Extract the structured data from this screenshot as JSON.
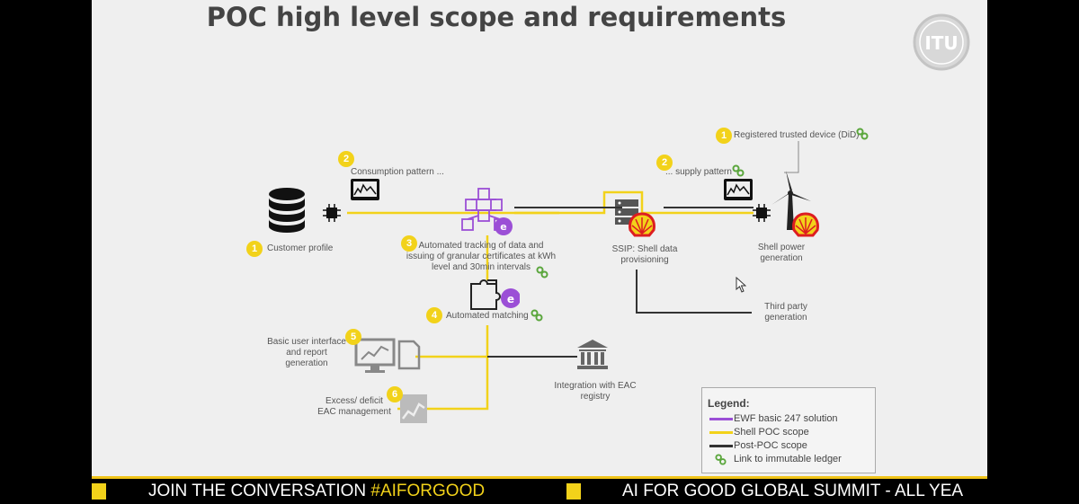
{
  "slide": {
    "title": "POC high level scope and requirements",
    "logo_text": "ITU"
  },
  "steps": {
    "customer_profile": {
      "num": "1",
      "label": "Customer profile"
    },
    "consumption": {
      "num": "2",
      "label": "Consumption pattern ..."
    },
    "tracking": {
      "num": "3",
      "lines": [
        "Automated tracking of data and",
        "issuing of granular certificates at kWh",
        "level and 30min intervals"
      ]
    },
    "matching": {
      "num": "4",
      "label": "Automated matching"
    },
    "ui": {
      "num": "5",
      "lines": [
        "Basic user interface",
        "and report",
        "generation"
      ]
    },
    "eac": {
      "num": "6",
      "lines": [
        "Excess/ deficit",
        "EAC management"
      ]
    },
    "supply": {
      "num": "2",
      "label": "... supply pattern"
    },
    "device": {
      "num": "1",
      "label": "Registered trusted device (DiD)"
    }
  },
  "nodes": {
    "ssip": [
      "SSIP: Shell data",
      "provisioning"
    ],
    "shell_power": [
      "Shell power",
      "generation"
    ],
    "third_party": [
      "Third party",
      "generation"
    ],
    "eac_registry": [
      "Integration with EAC",
      "registry"
    ]
  },
  "legend": {
    "title": "Legend:",
    "items": [
      {
        "label": "EWF basic 247 solution",
        "color": "#9b4fd6"
      },
      {
        "label": "Shell POC scope",
        "color": "#f2d21a"
      },
      {
        "label": "Post-POC scope",
        "color": "#333333"
      },
      {
        "label": "Link to immutable ledger",
        "icon": "chain-link-icon"
      }
    ]
  },
  "ticker": {
    "left_prefix": "JOIN THE CONVERSATION ",
    "left_tag": "#AIFORGOOD",
    "right": "AI FOR GOOD GLOBAL SUMMIT - ALL YEA"
  },
  "colors": {
    "yellow": "#f2d21a",
    "purple": "#9b4fd6",
    "dark": "#333333",
    "link_green": "#5aa63c",
    "shell_red": "#dd1d21"
  }
}
